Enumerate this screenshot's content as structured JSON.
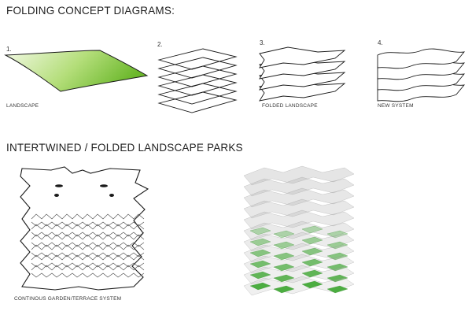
{
  "headings": {
    "folding": "FOLDING CONCEPT DIAGRAMS:",
    "parks": "INTERTWINED / FOLDED LANDSCAPE PARKS"
  },
  "steps": [
    {
      "number": "1.",
      "caption": "LANDSCAPE"
    },
    {
      "number": "2.",
      "caption": ""
    },
    {
      "number": "3.",
      "caption": "FOLDED LANDSCAPE"
    },
    {
      "number": "4.",
      "caption": "NEW SYSTEM"
    }
  ],
  "park_caption": "CONTINOUS GARDEN/TERRACE SYSTEM",
  "colors": {
    "green_light": "#e8f5c8",
    "green_dark": "#7cc23a",
    "terrace_green": "#3aa52e",
    "line": "#1a1a1a"
  },
  "icons": {
    "landscape": "landscape-sheet-icon",
    "stack": "stacked-planes-icon",
    "folded": "folded-planes-icon",
    "system": "wavy-planes-icon"
  }
}
